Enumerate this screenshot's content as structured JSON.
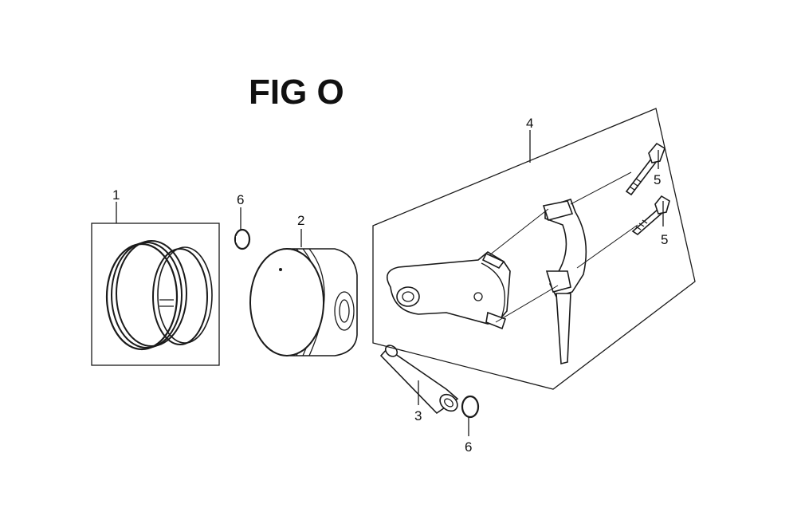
{
  "diagram": {
    "title": "FIG O",
    "callouts": [
      {
        "id": "callout-1",
        "label": "1"
      },
      {
        "id": "callout-2",
        "label": "2"
      },
      {
        "id": "callout-3",
        "label": "3"
      },
      {
        "id": "callout-4",
        "label": "4"
      },
      {
        "id": "callout-5a",
        "label": "5"
      },
      {
        "id": "callout-5b",
        "label": "5"
      },
      {
        "id": "callout-6a",
        "label": "6"
      },
      {
        "id": "callout-6b",
        "label": "6"
      }
    ]
  }
}
